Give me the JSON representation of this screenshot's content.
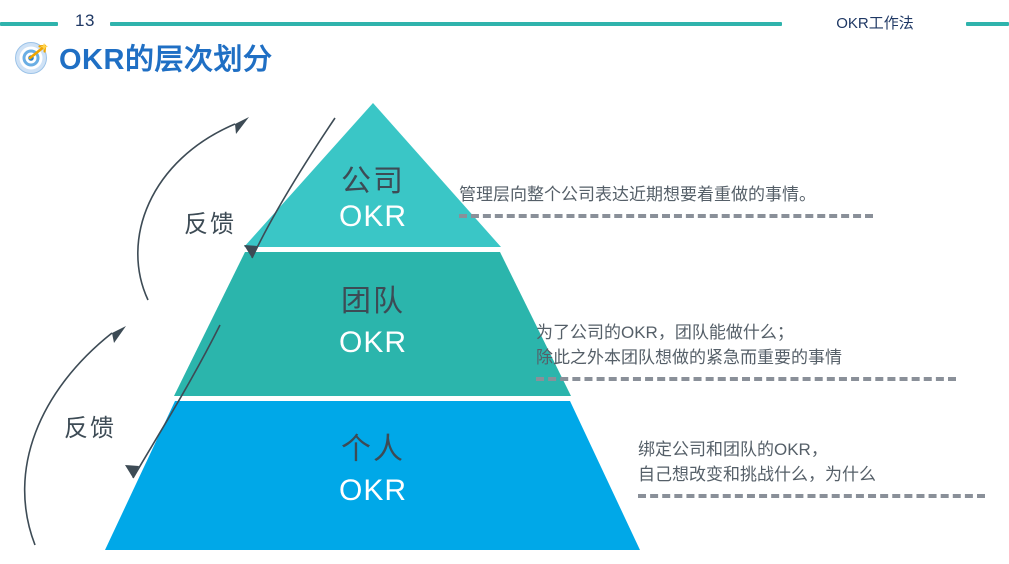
{
  "header": {
    "page_number": "13",
    "deck_title": "OKR工作法",
    "rule_color": "#2fb3ac",
    "number_color": "#1f3864"
  },
  "title": {
    "text": "OKR的层次划分",
    "icon": "target-icon",
    "color": "#1f6fc4"
  },
  "pyramid": {
    "layers": [
      {
        "cn": "公司",
        "okr": "OKR",
        "color": "#3ac6c6"
      },
      {
        "cn": "团队",
        "okr": "OKR",
        "color": "#2bb5ac"
      },
      {
        "cn": "个人",
        "okr": "OKR",
        "color": "#00a8e8"
      }
    ]
  },
  "feedback": {
    "top_label": "反馈",
    "bottom_label": "反馈"
  },
  "notes": [
    {
      "lines": [
        "管理层向整个公司表达近期想要着重做的事情。"
      ]
    },
    {
      "lines": [
        "为了公司的OKR，团队能做什么；",
        "除此之外本团队想做的紧急而重要的事情"
      ]
    },
    {
      "lines": [
        "绑定公司和团队的OKR，",
        "自己想改变和挑战什么，为什么"
      ]
    }
  ]
}
